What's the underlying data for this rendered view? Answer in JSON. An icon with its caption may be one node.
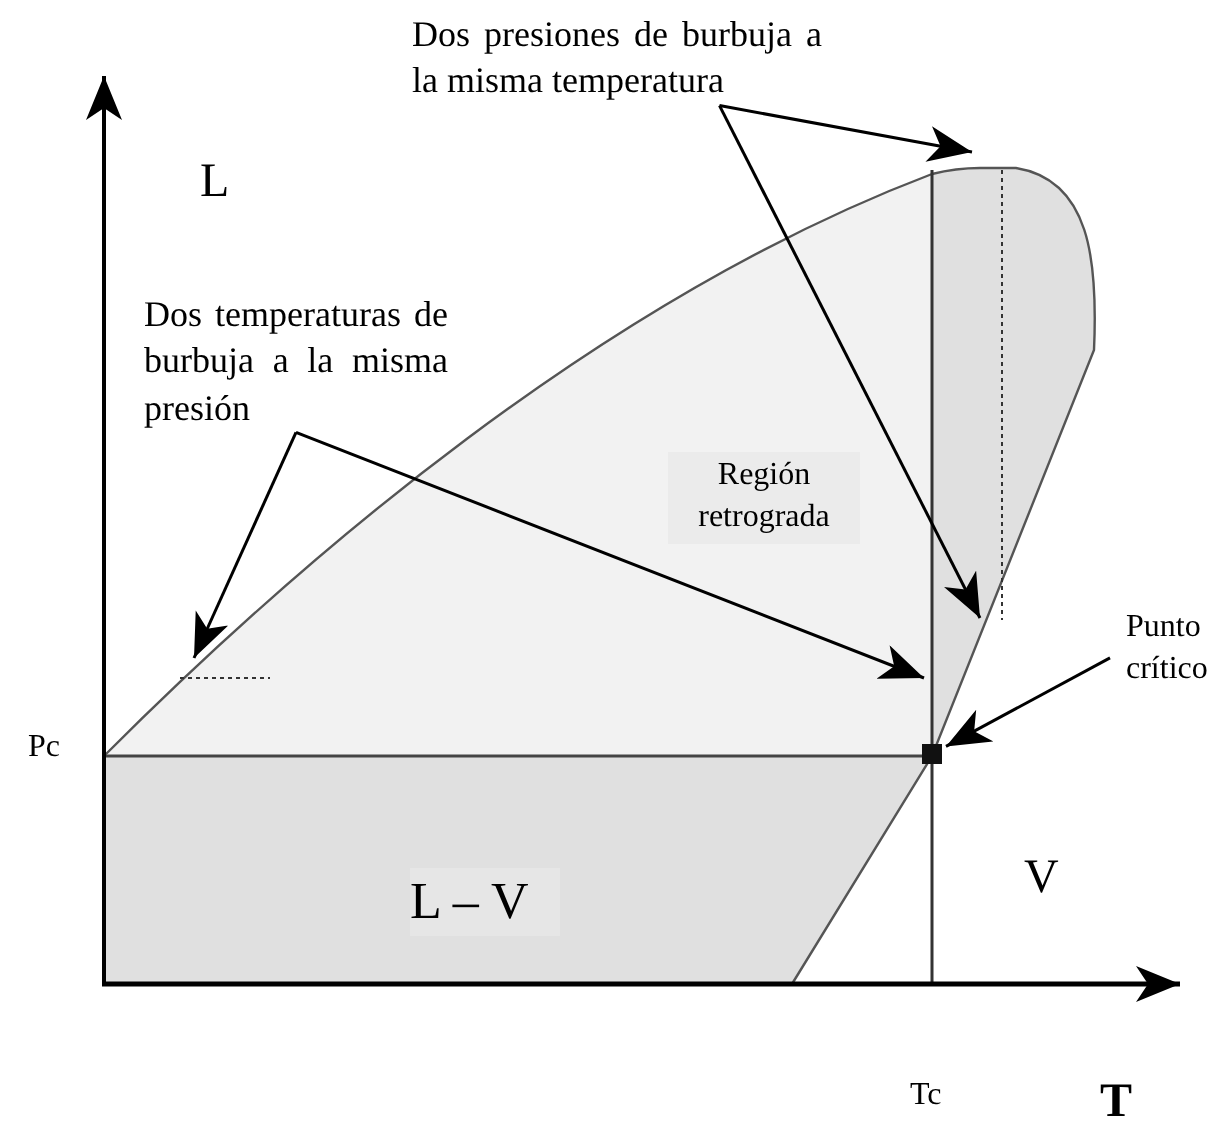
{
  "diagram": {
    "nodes": [
      {
        "text": [
          "Dos presiones de burbuja a la misma temperatura"
        ]
      },
      {
        "text": [
          "Dos temperaturas de burbuja a la misma presión"
        ]
      },
      {
        "text": [
          "Punto crítico"
        ]
      },
      {
        "text": [],
        "shape": "box"
      }
    ],
    "edges": [
      {
        "from": 0,
        "to": null,
        "arrow": "to"
      },
      {
        "from": 0,
        "to": null,
        "arrow": "to"
      },
      {
        "from": 1,
        "to": null,
        "arrow": "to"
      },
      {
        "from": 1,
        "to": null,
        "arrow": "to"
      },
      {
        "from": 2,
        "to": 3,
        "arrow": "to"
      }
    ],
    "labels": [
      "L",
      "Región retrograda",
      "Pc",
      "L – V",
      "V",
      "Tc",
      "T"
    ]
  }
}
